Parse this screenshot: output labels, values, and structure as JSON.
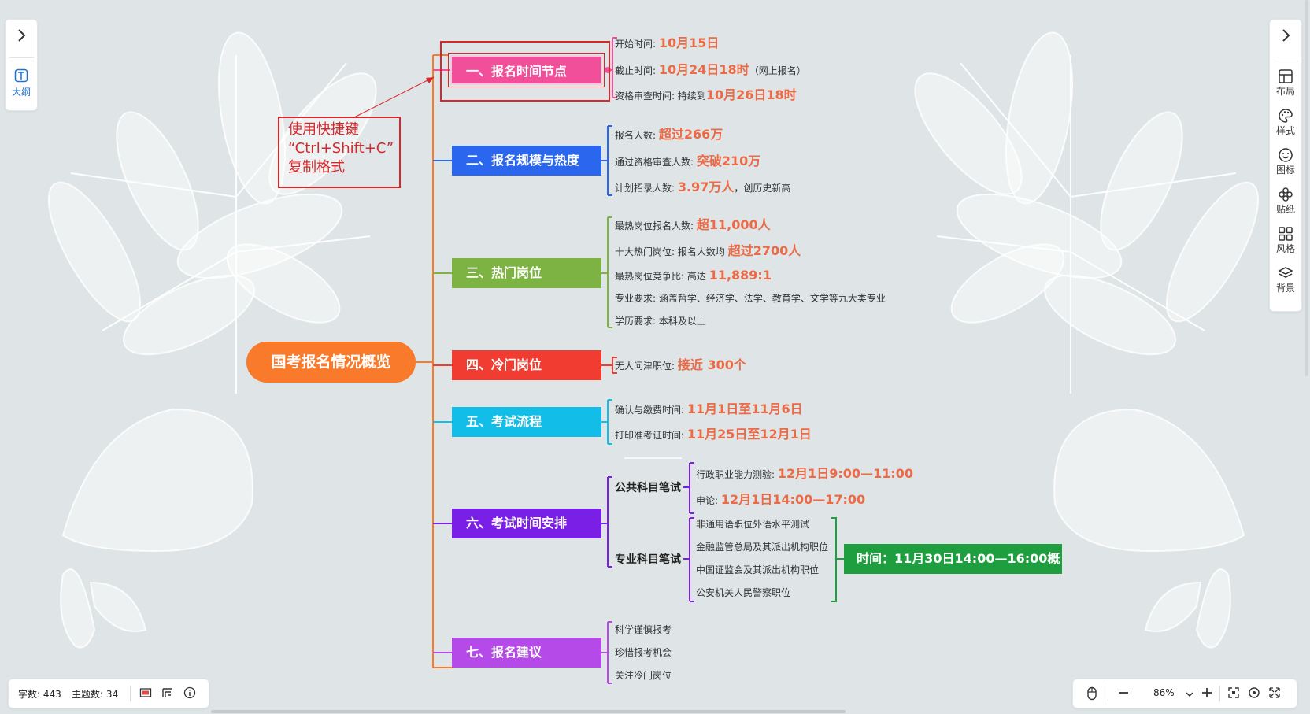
{
  "left_panel": {
    "outline_label": "大纲"
  },
  "right_toolbar": [
    {
      "label": "布局",
      "icon": "layout-icon"
    },
    {
      "label": "样式",
      "icon": "palette-icon"
    },
    {
      "label": "图标",
      "icon": "emoji-icon"
    },
    {
      "label": "贴纸",
      "icon": "sticker-icon"
    },
    {
      "label": "风格",
      "icon": "grid-icon"
    },
    {
      "label": "背景",
      "icon": "layers-icon"
    }
  ],
  "root": {
    "label": "国考报名情况概览",
    "color": "#f97a2a"
  },
  "annotation": {
    "line1": "使用快捷键",
    "line2": "“Ctrl+Shift+C”",
    "line3": "复制格式",
    "color": "#d8262b"
  },
  "branches": [
    {
      "label": "一、报名时间节点",
      "color": "#f24f9a",
      "leaves": [
        {
          "prefix": "开始时间:",
          "value": "10月15日",
          "suffix": ""
        },
        {
          "prefix": "截止时间:",
          "value": "10月24日18时",
          "suffix": "（网上报名）"
        },
        {
          "prefix": "资格审查时间: 持续到",
          "value": "10月26日18时",
          "suffix": ""
        }
      ]
    },
    {
      "label": "二、报名规模与热度",
      "color": "#2a67ee",
      "leaves": [
        {
          "prefix": "报名人数:",
          "value": "超过266万",
          "suffix": ""
        },
        {
          "prefix": "通过资格审查人数:",
          "value": "突破210万",
          "suffix": ""
        },
        {
          "prefix": "计划招录人数:",
          "value": "3.97万人",
          "suffix": "，创历史新高"
        }
      ]
    },
    {
      "label": "三、热门岗位",
      "color": "#7cb342",
      "leaves": [
        {
          "prefix": "最热岗位报名人数:",
          "value": "超11,000人",
          "suffix": ""
        },
        {
          "prefix": "十大热门岗位: 报名人数均",
          "value": "超过2700人",
          "suffix": ""
        },
        {
          "prefix": "最热岗位竞争比: 高达",
          "value": "11,889:1",
          "suffix": ""
        },
        {
          "prefix": "专业要求: 涵盖哲学、经济学、法学、教育学、文学等九大类专业",
          "value": "",
          "suffix": ""
        },
        {
          "prefix": "学历要求: 本科及以上",
          "value": "",
          "suffix": ""
        }
      ]
    },
    {
      "label": "四、冷门岗位",
      "color": "#f03c31",
      "leaves": [
        {
          "prefix": "无人问津职位:",
          "value": "接近 300个",
          "suffix": ""
        }
      ]
    },
    {
      "label": "五、考试流程",
      "color": "#12bde8",
      "leaves": [
        {
          "prefix": "确认与缴费时间:",
          "value": "11月1日至11月6日",
          "suffix": ""
        },
        {
          "prefix": "打印准考证时间:",
          "value": "11月25日至12月1日",
          "suffix": ""
        }
      ]
    },
    {
      "label": "六、考试时间安排",
      "color": "#7a1fe6",
      "subs": [
        {
          "label": "公共科目笔试",
          "leaves": [
            {
              "prefix": "行政职业能力测验:",
              "value": "12月1日9:00—11:00",
              "suffix": ""
            },
            {
              "prefix": "申论:",
              "value": "12月1日14:00—17:00",
              "suffix": ""
            }
          ]
        },
        {
          "label": "专业科目笔试",
          "leaves": [
            {
              "prefix": "非通用语职位外语水平测试",
              "value": "",
              "suffix": ""
            },
            {
              "prefix": "金融监管总局及其派出机构职位",
              "value": "",
              "suffix": ""
            },
            {
              "prefix": "中国证监会及其派出机构职位",
              "value": "",
              "suffix": ""
            },
            {
              "prefix": "公安机关人民警察职位",
              "value": "",
              "suffix": ""
            }
          ],
          "summary": {
            "label": "时间：11月30日14:00—16:00概",
            "color": "#1e9e3e"
          }
        }
      ]
    },
    {
      "label": "七、报名建议",
      "color": "#b54ae8",
      "leaves": [
        {
          "prefix": "科学谨慎报考",
          "value": "",
          "suffix": ""
        },
        {
          "prefix": "珍惜报考机会",
          "value": "",
          "suffix": ""
        },
        {
          "prefix": "关注冷门岗位",
          "value": "",
          "suffix": ""
        }
      ]
    }
  ],
  "status_bar": {
    "word_count": "字数: 443",
    "topic_count": "主题数: 34"
  },
  "zoom": {
    "level": "86%"
  }
}
